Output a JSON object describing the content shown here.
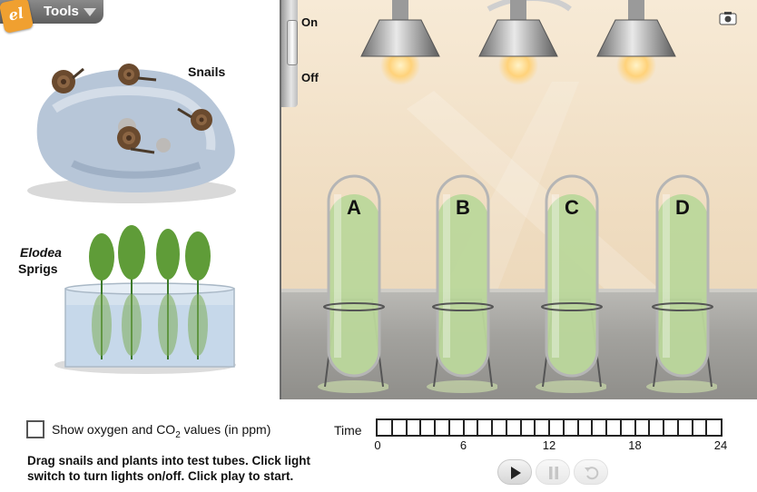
{
  "toolbar": {
    "tools_label": "Tools",
    "logo_text": "el"
  },
  "left_panel": {
    "snails_label": "Snails",
    "elodea_label": "Elodea",
    "sprigs_label": "Sprigs"
  },
  "switch": {
    "on_label": "On",
    "off_label": "Off",
    "state": "on"
  },
  "tubes": [
    {
      "label": "A"
    },
    {
      "label": "B"
    },
    {
      "label": "C"
    },
    {
      "label": "D"
    }
  ],
  "controls": {
    "checkbox_label_pre": "Show oxygen and CO",
    "checkbox_label_sub": "2",
    "checkbox_label_post": " values (in ppm)",
    "checkbox_checked": false,
    "instructions": "Drag snails and plants into test tubes. Click light switch to turn lights on/off. Click play to start.",
    "time_label": "Time",
    "time_ticks": [
      "0",
      "6",
      "12",
      "18",
      "24"
    ],
    "time_segments": 24,
    "time_elapsed": 0
  },
  "icons": {
    "camera": "camera-icon",
    "play": "play-icon",
    "pause": "pause-icon",
    "reset": "reset-icon",
    "tools_caret": "caret-down-icon"
  },
  "colors": {
    "liquid": "#b9d79a",
    "tools_bg": "#6e6e6e",
    "logo": "#f0a030",
    "wall": "#f2e2c8"
  }
}
